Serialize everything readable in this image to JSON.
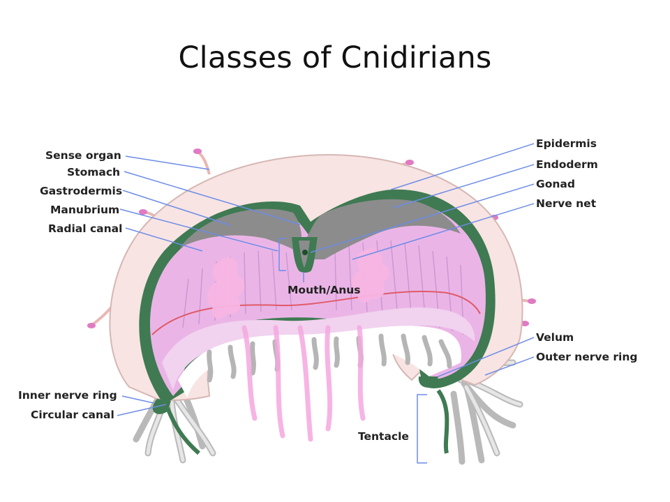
{
  "title": "Classes of Cnidirians",
  "labels": {
    "sense_organ": "Sense organ",
    "stomach": "Stomach",
    "gastrodermis": "Gastrodermis",
    "manubrium": "Manubrium",
    "radial_canal": "Radial canal",
    "epidermis": "Epidermis",
    "endoderm": "Endoderm",
    "gonad": "Gonad",
    "nerve_net": "Nerve net",
    "mouth_anus": "Mouth/Anus",
    "velum": "Velum",
    "outer_nerve_ring": "Outer nerve ring",
    "inner_nerve_ring": "Inner nerve ring",
    "circular_canal": "Circular canal",
    "tentacle": "Tentacle"
  },
  "colors": {
    "epidermis": "#f8e4e2",
    "mesoglea": "#eab5e6",
    "gastrodermis_band": "#3f7a52",
    "stomach": "#8c8c8c",
    "subumbrella": "#f1d2ef",
    "tentacle": "#c9c9c9",
    "sense_tip": "#e07ac3",
    "gonad": "#f7b5e3",
    "leader_line": "#6c8ce8"
  }
}
